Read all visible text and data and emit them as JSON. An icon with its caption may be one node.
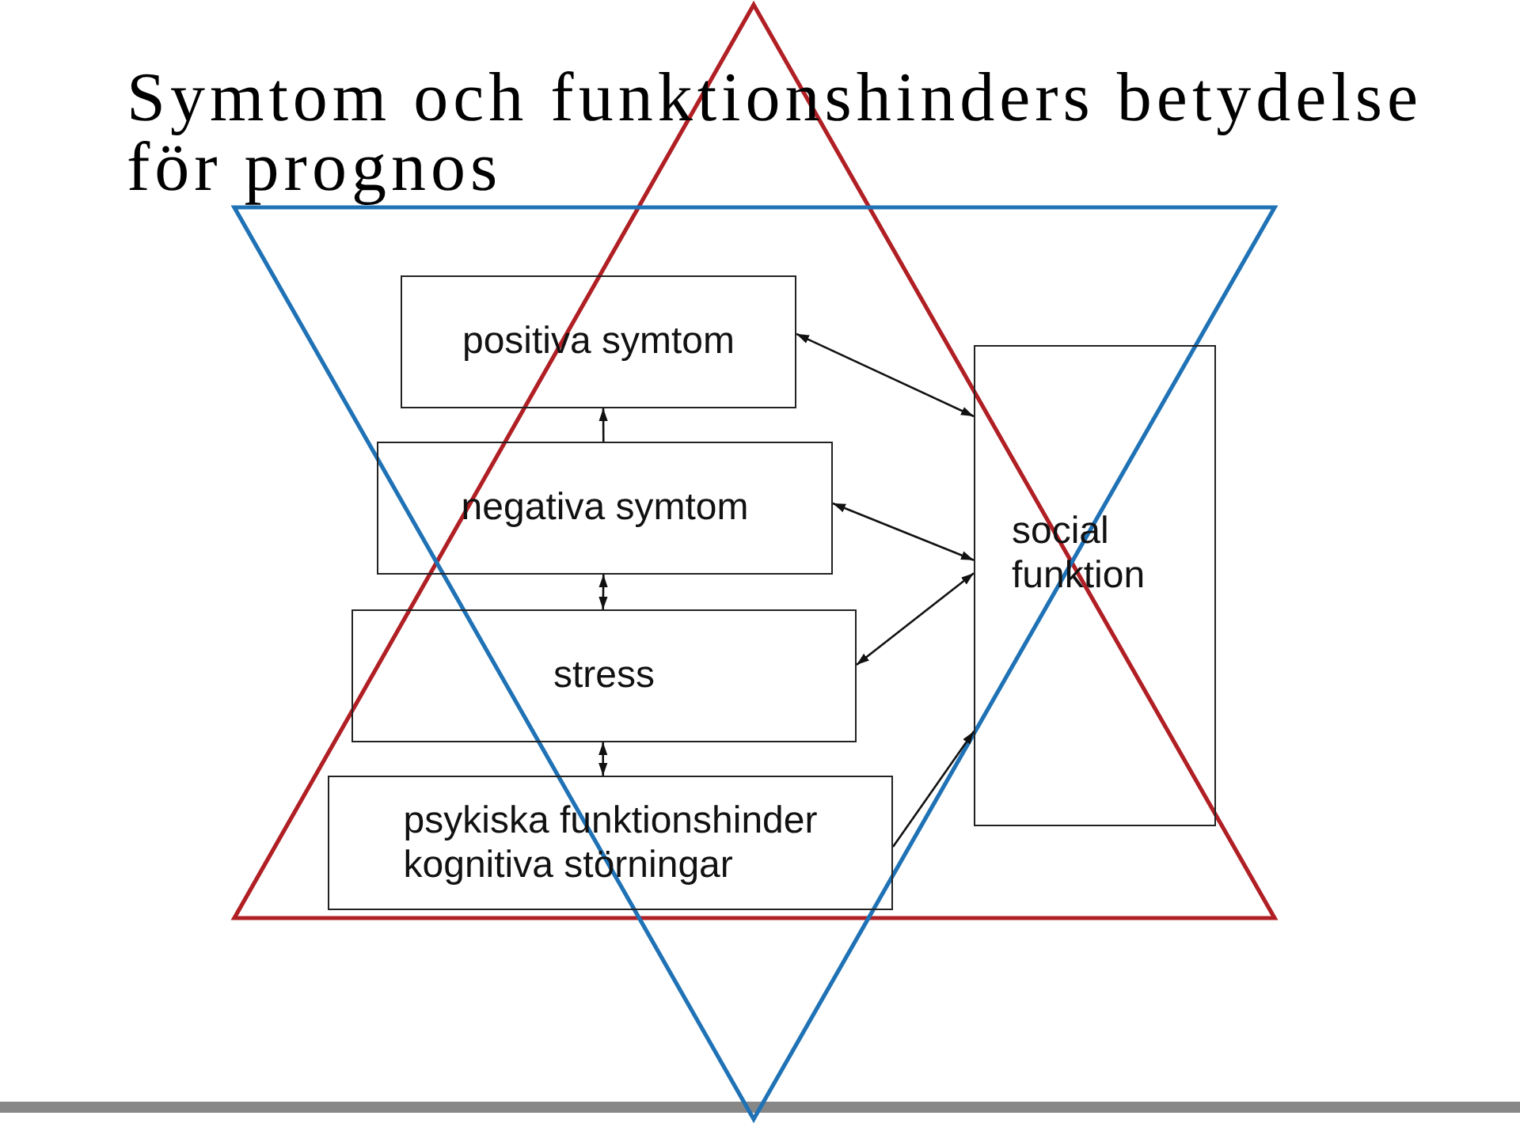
{
  "diagram": {
    "title": "Symtom och funktionshinders betydelse för prognos",
    "nodes": [
      {
        "text": [
          "positiva symtom"
        ]
      },
      {
        "text": [
          "negativa symtom"
        ]
      },
      {
        "text": [
          "stress"
        ]
      },
      {
        "text": [
          "psykiska funktionshinder",
          "kognitiva störningar"
        ]
      },
      {
        "text": [
          "social funktion"
        ]
      }
    ],
    "edges": [
      {
        "from": 1,
        "to": 0,
        "arrow": "to"
      },
      {
        "from": 1,
        "to": 2,
        "arrow": "both"
      },
      {
        "from": 2,
        "to": 3,
        "arrow": "both"
      },
      {
        "from": 0,
        "to": 4,
        "arrow": "both"
      },
      {
        "from": 1,
        "to": 4,
        "arrow": "both"
      },
      {
        "from": 2,
        "to": 4,
        "arrow": "both"
      },
      {
        "from": 3,
        "to": 4,
        "arrow": "to"
      }
    ]
  }
}
